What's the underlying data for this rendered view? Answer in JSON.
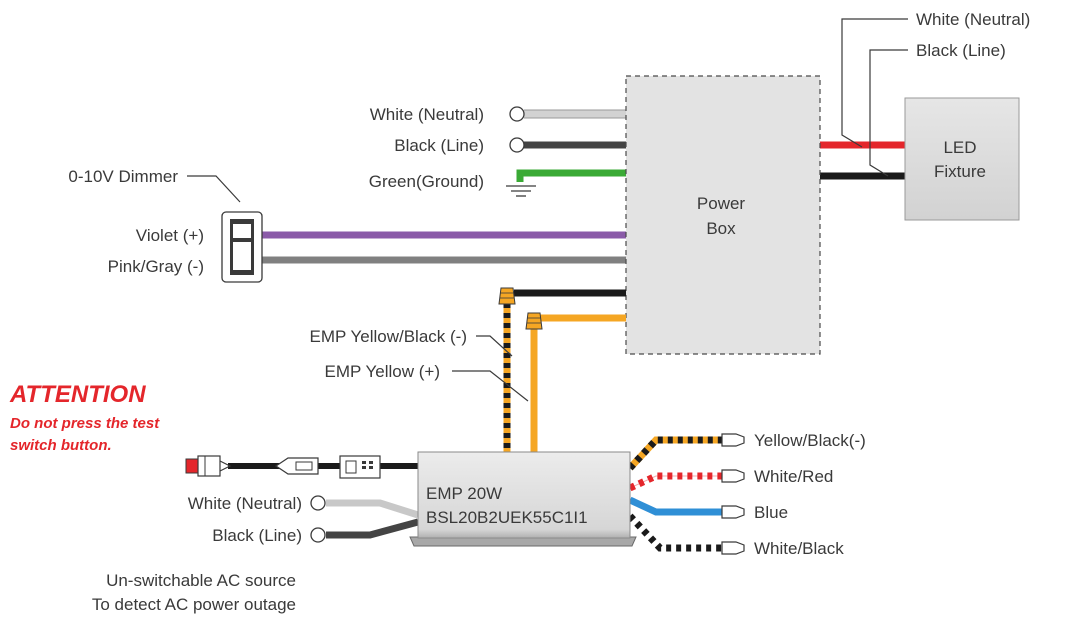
{
  "top_right": {
    "white_neutral": "White (Neutral)",
    "black_line": "Black (Line)"
  },
  "led_fixture": {
    "line1": "LED",
    "line2": "Fixture"
  },
  "power_box": {
    "line1": "Power",
    "line2": "Box"
  },
  "inputs": {
    "white_neutral": "White (Neutral)",
    "black_line": "Black (Line)",
    "green_ground": "Green(Ground)"
  },
  "dimmer": {
    "title": "0-10V Dimmer",
    "violet": "Violet (+)",
    "pink_gray": "Pink/Gray (-)"
  },
  "emp_wires": {
    "yellow_black": "EMP Yellow/Black (-)",
    "yellow": "EMP Yellow (+)"
  },
  "attention": {
    "title": "ATTENTION",
    "line1": "Do not press the test",
    "line2": "switch button."
  },
  "emp_unit": {
    "line1": "EMP 20W",
    "line2": "BSL20B2UEK55C1I1"
  },
  "ac_source": {
    "white_neutral": "White (Neutral)",
    "black_line": "Black (Line)",
    "note1": "Un-switchable AC source",
    "note2": "To detect AC power outage"
  },
  "emp_outputs": {
    "yellow_black": "Yellow/Black(-)",
    "white_red": "White/Red",
    "blue": "Blue",
    "white_black": "White/Black"
  },
  "colors": {
    "red": "#e4262b",
    "black": "#1a1a1a",
    "green": "#3aaa35",
    "violet": "#8a5aa8",
    "gray": "#808080",
    "yellow": "#f5a623",
    "blue": "#2f8fd6",
    "box_fill": "#e3e3e3"
  }
}
